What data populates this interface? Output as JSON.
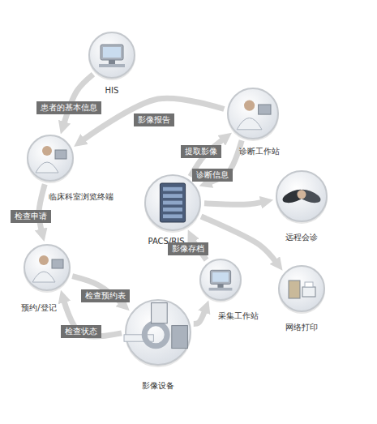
{
  "diagram": {
    "nodes": [
      {
        "text": [
          "HIS"
        ]
      },
      {
        "text": [
          "诊断工作站"
        ]
      },
      {
        "text": [
          "临床科室浏览终端"
        ]
      },
      {
        "text": [
          "PACS/RIS"
        ]
      },
      {
        "text": [
          "远程会诊"
        ]
      },
      {
        "text": [
          "预约/登记"
        ]
      },
      {
        "text": [
          "采集工作站"
        ]
      },
      {
        "text": [
          "网络打印"
        ]
      },
      {
        "text": [
          "影像设备"
        ]
      }
    ],
    "edges": [
      {
        "from": 0,
        "to": 2,
        "label": "患者的基本信息",
        "arrow": "to"
      },
      {
        "from": 1,
        "to": 2,
        "label": "影像报告",
        "arrow": "to"
      },
      {
        "from": 3,
        "to": 1,
        "label": "提取影像",
        "arrow": "to"
      },
      {
        "from": 1,
        "to": 3,
        "label": "诊断信息",
        "arrow": "to"
      },
      {
        "from": 3,
        "to": 4,
        "arrow": "to"
      },
      {
        "from": 2,
        "to": 5,
        "label": "检查申请",
        "arrow": "to"
      },
      {
        "from": 6,
        "to": 3,
        "label": "影像存档",
        "arrow": "to"
      },
      {
        "from": 3,
        "to": 7,
        "arrow": "to"
      },
      {
        "from": 5,
        "to": 8,
        "label": "检查预约表",
        "arrow": "to"
      },
      {
        "from": 8,
        "to": 5,
        "label": "检查状态",
        "arrow": "to"
      },
      {
        "from": 8,
        "to": 6,
        "arrow": "to"
      }
    ]
  }
}
